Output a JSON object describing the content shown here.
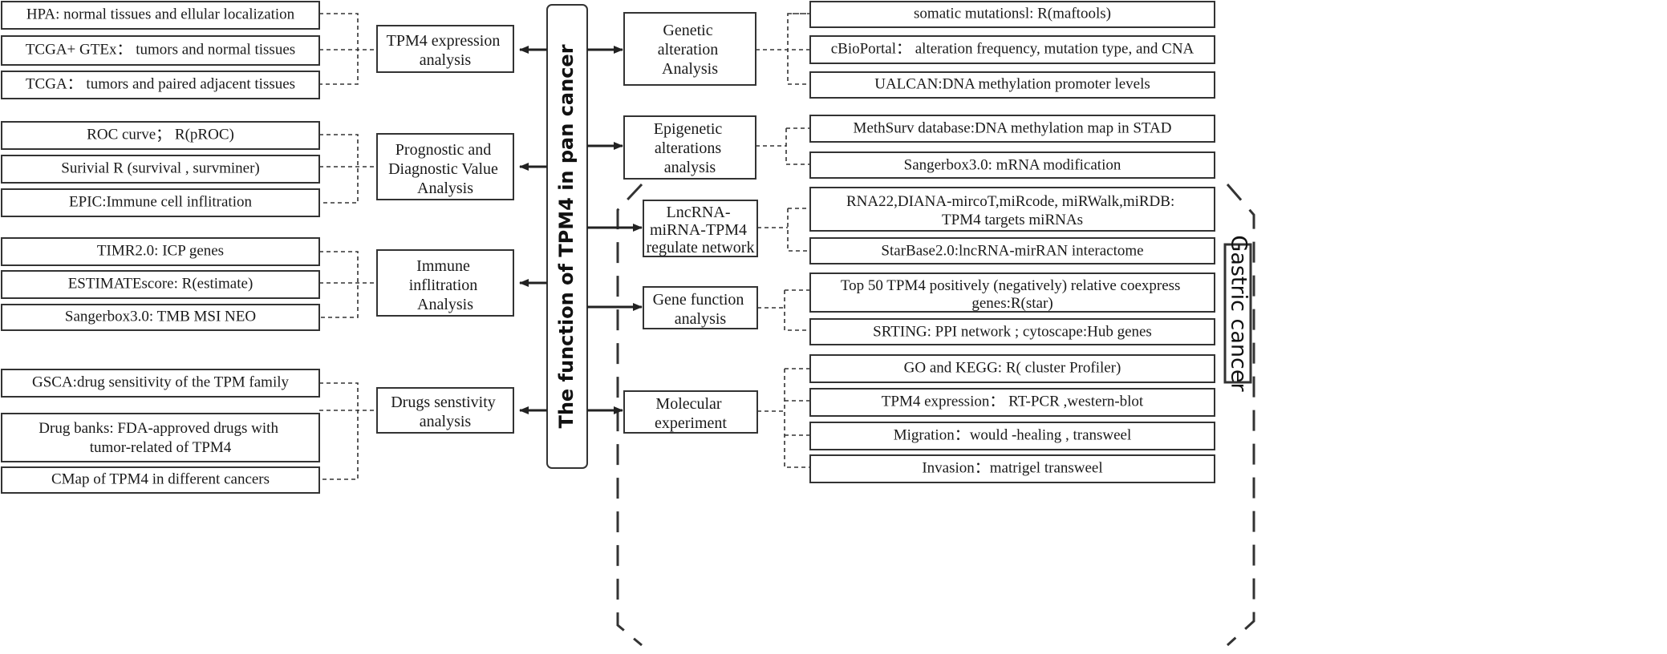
{
  "center": {
    "label": "The function of TPM4  in  pan cancer"
  },
  "left_modules": [
    {
      "title_lines": [
        "TPM4 expression",
        "analysis"
      ],
      "items": [
        {
          "lines": [
            "HPA: normal tissues and  ellular localization"
          ]
        },
        {
          "lines": [
            "TCGA+ GTEx：  tumors and normal tissues"
          ]
        },
        {
          "lines": [
            "TCGA：  tumors and paired adjacent tissues"
          ]
        }
      ]
    },
    {
      "title_lines": [
        "Prognostic and",
        "Diagnostic Value",
        "Analysis"
      ],
      "items": [
        {
          "lines": [
            "ROC curve；  R(pROC)"
          ]
        },
        {
          "lines": [
            "Surivial     R (survival , survminer)"
          ]
        },
        {
          "lines": [
            "EPIC:Immune cell inflitration"
          ]
        }
      ]
    },
    {
      "title_lines": [
        "Immune",
        "inflitration",
        "Analysis"
      ],
      "items": [
        {
          "lines": [
            "TIMR2.0:  ICP genes"
          ]
        },
        {
          "lines": [
            "ESTIMATEscore: R(estimate)"
          ]
        },
        {
          "lines": [
            "Sangerbox3.0: TMB MSI  NEO"
          ]
        }
      ]
    },
    {
      "title_lines": [
        "Drugs senstivity",
        "analysis"
      ],
      "items": [
        {
          "lines": [
            "GSCA:drug sensitivity of the TPM family"
          ]
        },
        {
          "lines": [
            "Drug banks: FDA-approved drugs with",
            "tumor-related of TPM4"
          ]
        },
        {
          "lines": [
            "CMap of TPM4 in different cancers"
          ]
        }
      ]
    }
  ],
  "right_modules": [
    {
      "title_lines": [
        "Genetic",
        "alteration",
        "Analysis"
      ],
      "items": [
        {
          "lines": [
            "somatic mutationsl: R(maftools)"
          ]
        },
        {
          "lines": [
            "cBioPortal：  alteration frequency, mutation type, and CNA"
          ]
        },
        {
          "lines": [
            "UALCAN:DNA  methylation promoter levels"
          ]
        }
      ]
    },
    {
      "title_lines": [
        "Epigenetic",
        "alterations",
        "analysis"
      ],
      "items": [
        {
          "lines": [
            "MethSurv database:DNA methylation map  in STAD"
          ]
        },
        {
          "lines": [
            "Sangerbox3.0: mRNA  modification"
          ]
        }
      ]
    },
    {
      "title_lines": [
        "LncRNA-",
        "miRNA-TPM4",
        "regulate network"
      ],
      "items": [
        {
          "lines": [
            "RNA22,DIANA-mircoT,miRcode, miRWalk,miRDB:",
            "TPM4 targets miRNAs"
          ]
        },
        {
          "lines": [
            "StarBase2.0:lncRNA-mirRAN interactome"
          ]
        }
      ]
    },
    {
      "title_lines": [
        "Gene function",
        "analysis"
      ],
      "items": [
        {
          "lines": [
            "Top 50  TPM4  positively (negatively) relative coexpress",
            "genes:R(star)"
          ]
        },
        {
          "lines": [
            "SRTING: PPI network     ; cytoscape:Hub genes"
          ]
        }
      ]
    },
    {
      "title_lines": [
        "Molecular",
        "experiment"
      ],
      "items": [
        {
          "lines": [
            "GO and  KEGG:  R( cluster Profiler)"
          ]
        },
        {
          "lines": [
            "TPM4 expression：  RT-PCR ,western-blot"
          ]
        },
        {
          "lines": [
            "Migration：would -healing   ,   transweel"
          ]
        },
        {
          "lines": [
            "Invasion：matrigel  transweel"
          ]
        }
      ]
    }
  ],
  "gastric_group": {
    "label": "Gastric cancer"
  }
}
